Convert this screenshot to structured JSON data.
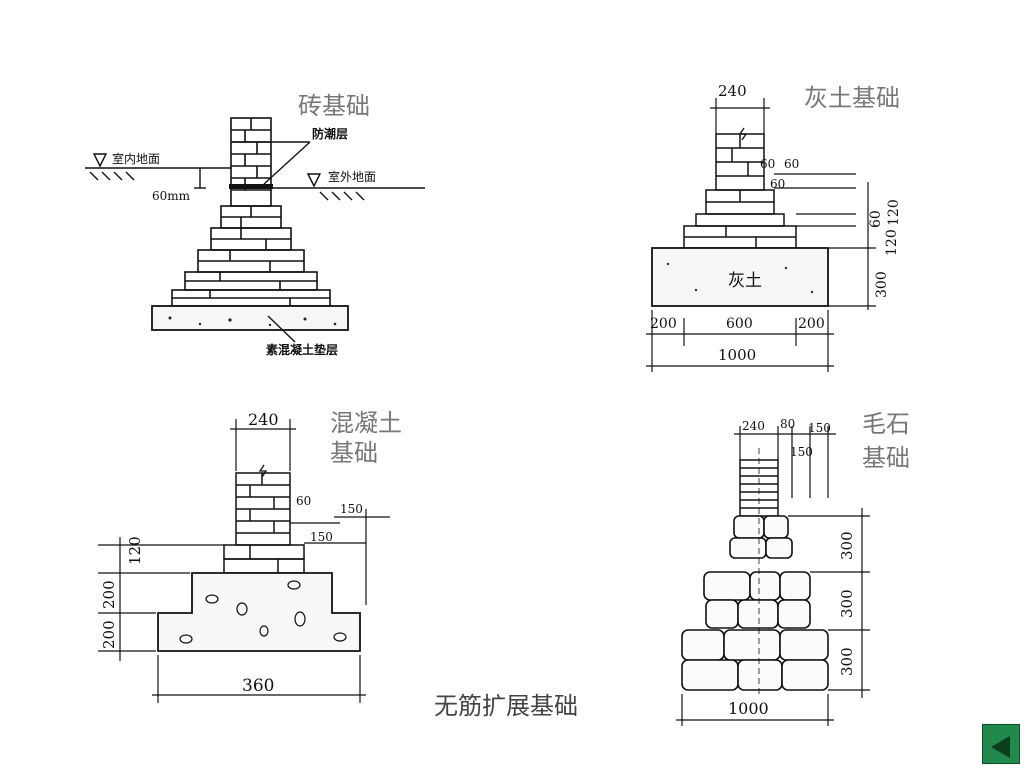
{
  "caption": "无筋扩展基础",
  "nav": {
    "back_icon": "triangle-left-icon",
    "color": "#1f8a4c"
  },
  "brick": {
    "title": "砖基础",
    "indoor_ground": "室内地面",
    "outdoor_ground": "室外地面",
    "damp_proof": "防潮层",
    "offset": "60mm",
    "cushion": "素混凝土垫层"
  },
  "lime": {
    "title": "灰土基础",
    "top_width": "240",
    "step_a": "60",
    "step_b": "60",
    "step_c": "60",
    "right_dim_1": "120",
    "right_dim_2": "60",
    "right_dim_3": "120",
    "right_dim_4": "300",
    "layer_label": "灰土",
    "bottom_left": "200",
    "bottom_mid": "600",
    "bottom_right": "200",
    "total_width": "1000"
  },
  "concrete": {
    "title_line1": "混凝土",
    "title_line2": "基础",
    "top_width": "240",
    "step_a": "60",
    "step_b": "150",
    "step_c": "150",
    "left_dim_1": "120",
    "left_dim_2": "200",
    "left_dim_3": "200",
    "bottom_width": "360"
  },
  "rubble": {
    "title_line1": "毛石",
    "title_line2": "基础",
    "top_width": "240",
    "offset_a": "80",
    "offset_b": "150",
    "offset_c": "150",
    "right_dim_1": "300",
    "right_dim_2": "300",
    "right_dim_3": "300",
    "bottom_width": "1000"
  }
}
